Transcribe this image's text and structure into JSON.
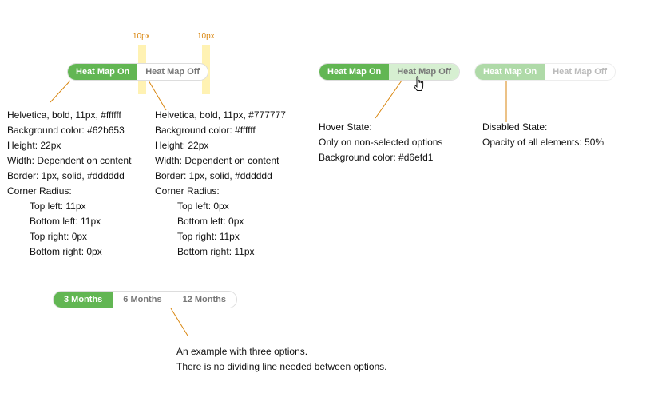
{
  "spacing_label": "10px",
  "toggle_a": {
    "on_label": "Heat Map On",
    "off_label": "Heat Map Off"
  },
  "toggle_hover": {
    "on_label": "Heat Map On",
    "off_label": "Heat Map Off"
  },
  "toggle_disabled": {
    "on_label": "Heat Map On",
    "off_label": "Heat Map Off"
  },
  "selected_spec": [
    "Helvetica, bold, 11px, #ffffff",
    "Background color: #62b653",
    "Height: 22px",
    "Width: Dependent on content",
    "Border: 1px, solid, #dddddd",
    "Corner Radius:"
  ],
  "selected_radius": [
    "Top left: 11px",
    "Bottom left: 11px",
    "Top right: 0px",
    "Bottom right: 0px"
  ],
  "unselected_spec": [
    "Helvetica, bold, 11px, #777777",
    "Background color: #ffffff",
    "Height: 22px",
    "Width: Dependent on content",
    "Border: 1px, solid, #dddddd",
    "Corner Radius:"
  ],
  "unselected_radius": [
    "Top left: 0px",
    "Bottom left: 0px",
    "Top right: 11px",
    "Bottom right: 11px"
  ],
  "hover_spec": [
    "Hover State:",
    "Only on non-selected options",
    "Background color: #d6efd1"
  ],
  "disabled_spec": [
    "Disabled State:",
    "Opacity of all elements: 50%"
  ],
  "months": {
    "options": [
      "3 Months",
      "6 Months",
      "12 Months"
    ]
  },
  "three_option_note": [
    "An example with three options.",
    "There is no dividing line needed between options."
  ],
  "colors": {
    "selected_bg": "#62b653",
    "hover_bg": "#d6efd1",
    "border": "#dddddd",
    "unselected_text": "#777777",
    "annotation_line": "#d9860f",
    "spacing_guide": "#fff2b3"
  }
}
